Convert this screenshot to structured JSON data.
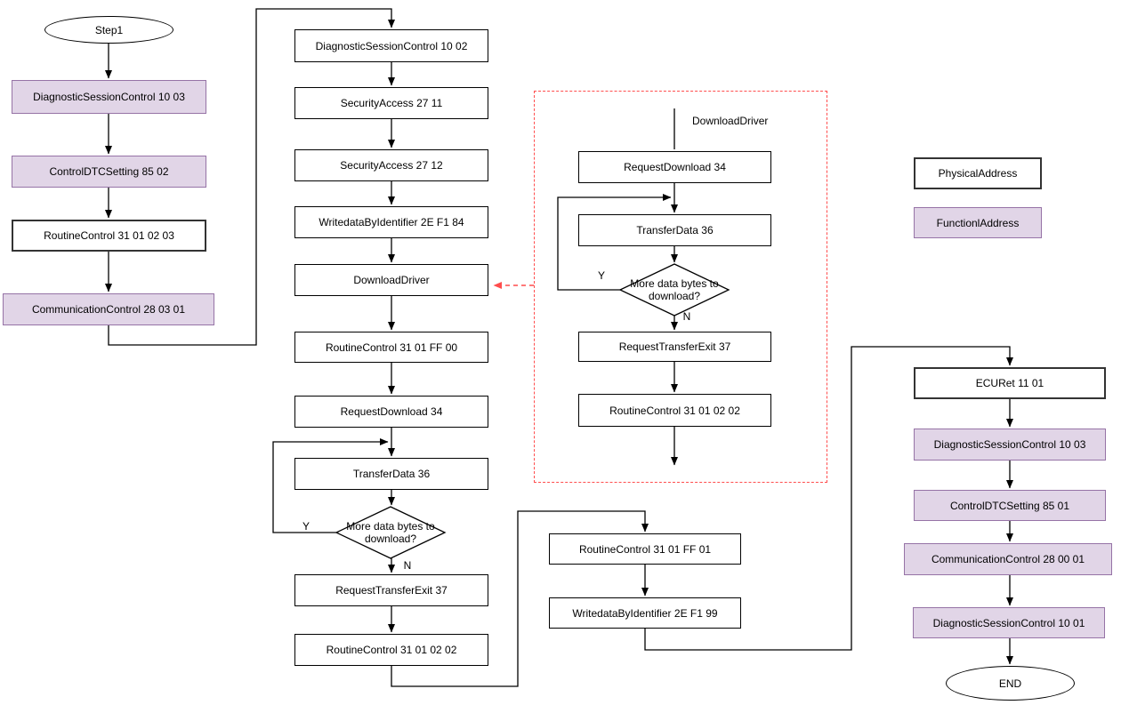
{
  "colors": {
    "purple_fill": "#E1D5E7",
    "purple_stroke": "#9673A6",
    "box_stroke": "#000000",
    "red_dashed": "#FF4D4D"
  },
  "labels": {
    "yes": "Y",
    "no": "N",
    "decision_question": "More data bytes to download?",
    "download_driver_group": "DownloadDriver"
  },
  "legend": {
    "physical": "PhysicalAddress",
    "functional": "FunctionlAddress"
  },
  "nodes": {
    "start": "Step1",
    "c1_dsc1003": "DiagnosticSessionControl 10 03",
    "c1_cdts8502": "ControlDTCSetting 85 02",
    "c1_rc31010203": "RoutineControl 31 01 02 03",
    "c1_cc280301": "CommunicationControl 28 03 01",
    "c2_dsc1002": "DiagnosticSessionControl 10 02",
    "c2_sa2711": "SecurityAccess 27 11",
    "c2_sa2712": "SecurityAccess 27 12",
    "c2_wdbi2ef184": "WritedataByIdentifier 2E F1 84",
    "c2_downloaddriver": "DownloadDriver",
    "c2_rc3101ff00": "RoutineControl 31 01 FF 00",
    "c2_rd34": "RequestDownload 34",
    "c2_td36": "TransferData 36",
    "c2_rte37": "RequestTransferExit 37",
    "c2_rc31010202": "RoutineControl 31 01 02 02",
    "grp_rd34": "RequestDownload 34",
    "grp_td36": "TransferData 36",
    "grp_rte37": "RequestTransferExit 37",
    "grp_rc31010202": "RoutineControl 31 01 02 02",
    "c4_rc3101ff01": "RoutineControl 31 01 FF 01",
    "c4_wdbi2ef199": "WritedataByIdentifier 2E F1 99",
    "c5_ecuret1101": "ECURet 11 01",
    "c5_dsc1003": "DiagnosticSessionControl 10 03",
    "c5_cdts8501": "ControlDTCSetting 85 01",
    "c5_cc280001": "CommunicationControl 28 00 01",
    "c5_dsc1001": "DiagnosticSessionControl 10 01",
    "end": "END"
  }
}
